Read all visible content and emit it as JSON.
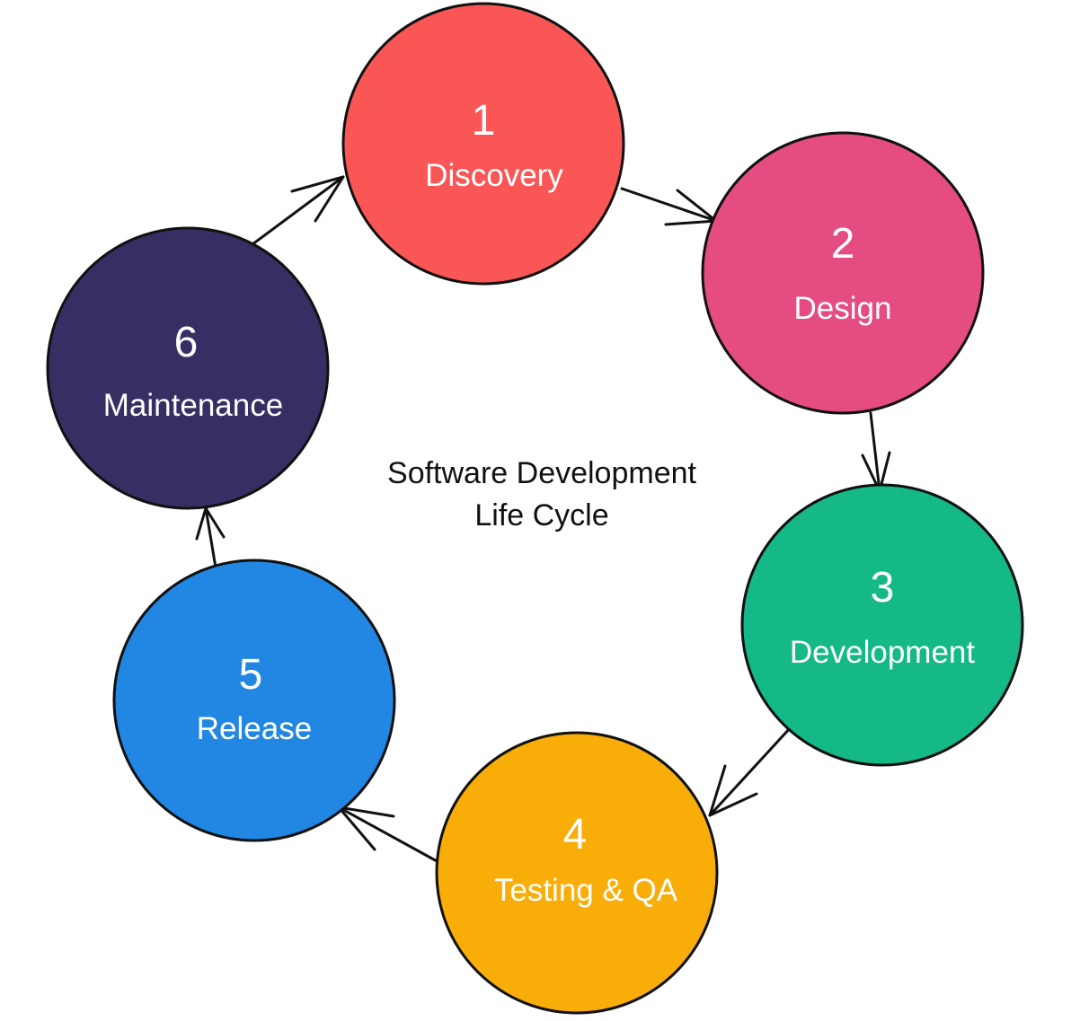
{
  "title": {
    "line1": "Software Development",
    "line2": "Life Cycle"
  },
  "stages": [
    {
      "number": "1",
      "label": "Discovery",
      "color": "#fa5656"
    },
    {
      "number": "2",
      "label": "Design",
      "color": "#e54c82"
    },
    {
      "number": "3",
      "label": "Development",
      "color": "#14b987"
    },
    {
      "number": "4",
      "label": "Testing & QA",
      "color": "#f9ad08"
    },
    {
      "number": "5",
      "label": "Release",
      "color": "#2187e3"
    },
    {
      "number": "6",
      "label": "Maintenance",
      "color": "#362f64"
    }
  ],
  "flow": [
    "1→2",
    "2→3",
    "3→4",
    "4→5",
    "5→6",
    "6→1"
  ]
}
